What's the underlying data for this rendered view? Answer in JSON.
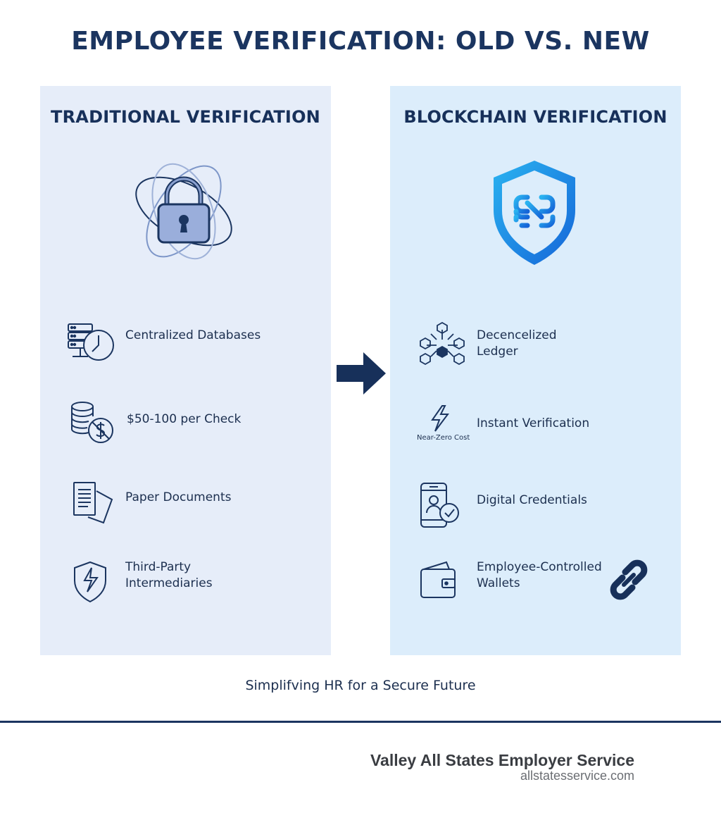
{
  "title": "EMPLOYEE VERIFICATION: OLD VS. NEW",
  "traditional": {
    "heading": "TRADITIONAL VERIFICATION",
    "hero_icon": "padlock-orbit-icon",
    "items": [
      {
        "icon": "database-clock-icon",
        "label": "Centralized Databases"
      },
      {
        "icon": "coins-no-dollar-icon",
        "label": "$50-100 per Check"
      },
      {
        "icon": "paper-documents-icon",
        "label": "Paper Documents"
      },
      {
        "icon": "broken-shield-icon",
        "label": "Third-Party\nIntermediaries"
      }
    ]
  },
  "blockchain": {
    "heading": "BLOCKCHAIN VERIFICATION",
    "hero_icon": "chain-shield-icon",
    "items": [
      {
        "icon": "block-network-icon",
        "label": "Decencelized\nLedger"
      },
      {
        "icon": "lightning-icon",
        "label": "Instant Verification",
        "sub": "Near-Zero Cost"
      },
      {
        "icon": "phone-credential-icon",
        "label": "Digital Credentials"
      },
      {
        "icon": "wallet-icon",
        "label": "Employee-Controlled\nWallets",
        "extra_icon": "chain-link-icon"
      }
    ]
  },
  "arrow_icon": "right-arrow-icon",
  "tagline": "Simplifving HR for a Secure Future",
  "footer": {
    "company": "Valley All States Employer Service",
    "website": "allstatesservice.com"
  },
  "colors": {
    "navy": "#1b3560",
    "left_panel": "#e6edf9",
    "right_panel": "#dcedfb",
    "accent_blue": "#1e88e5"
  }
}
